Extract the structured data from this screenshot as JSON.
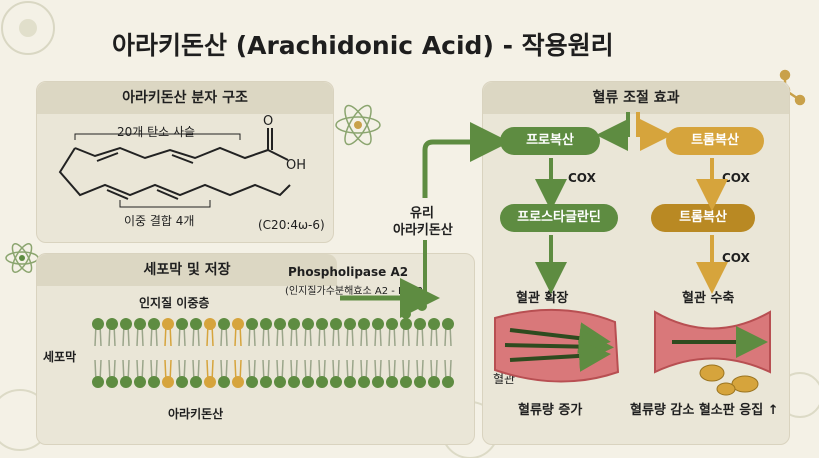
{
  "title": "아라키돈산 (Arachidonic Acid) -  작용원리",
  "structure_panel": {
    "heading": "아라키돈산 분자 구조",
    "carbon_chain": "20개 탄소 사슬",
    "double_bonds": "이중 결합 4개",
    "formula": "(C20:4ω-6)",
    "atom_o": "O",
    "atom_oh": "OH"
  },
  "membrane_panel": {
    "heading": "세포막 및 저장",
    "bilayer_label": "인지질 이중층",
    "side_label": "세포막",
    "stored_label": "아라키돈산"
  },
  "enzyme": {
    "name": "Phospholipase A2",
    "detail": "(인지질가수분해효소 A2 - PLA2)"
  },
  "free_aa": {
    "line1": "유리",
    "line2": "아라키돈산"
  },
  "effects_panel": {
    "heading": "혈류 조절 효과",
    "left": {
      "top": "프로복산",
      "enzyme": "COX",
      "middle": "프로스타글란딘",
      "effect": "혈관 확장",
      "vessel_label": "혈관",
      "result": "혈류량 증가"
    },
    "right": {
      "top": "트롬복산",
      "enzyme1": "COX",
      "middle": "트롬복산",
      "enzyme2": "COX",
      "effect": "혈관 수축",
      "result": "혈류량 감소 혈소판 응집 ↑"
    }
  },
  "colors": {
    "green": "#5e8c41",
    "gold": "#d6a43c",
    "vessel": "#d9787a"
  }
}
